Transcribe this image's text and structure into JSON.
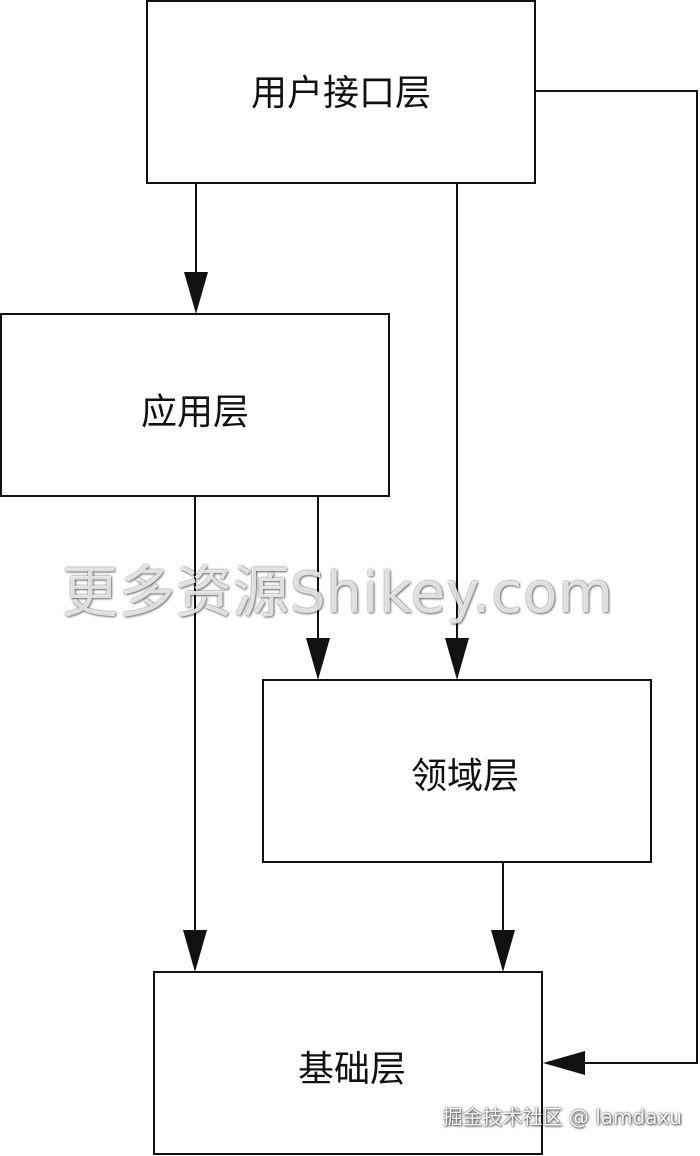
{
  "diagram": {
    "nodes": [
      {
        "id": "ui",
        "label": "用户接口层"
      },
      {
        "id": "app",
        "label": "应用层"
      },
      {
        "id": "domain",
        "label": "领域层"
      },
      {
        "id": "infra",
        "label": "基础层"
      }
    ],
    "edges": [
      {
        "from": "ui",
        "to": "app"
      },
      {
        "from": "ui",
        "to": "domain"
      },
      {
        "from": "ui",
        "to": "infra"
      },
      {
        "from": "app",
        "to": "domain"
      },
      {
        "from": "app",
        "to": "infra"
      },
      {
        "from": "domain",
        "to": "infra"
      }
    ],
    "line_color": "#111111",
    "box_fill": "#ffffff"
  },
  "watermarks": {
    "main": "更多资源Shikey.com",
    "credit": "掘金技术社区 @ lamdaxu"
  }
}
